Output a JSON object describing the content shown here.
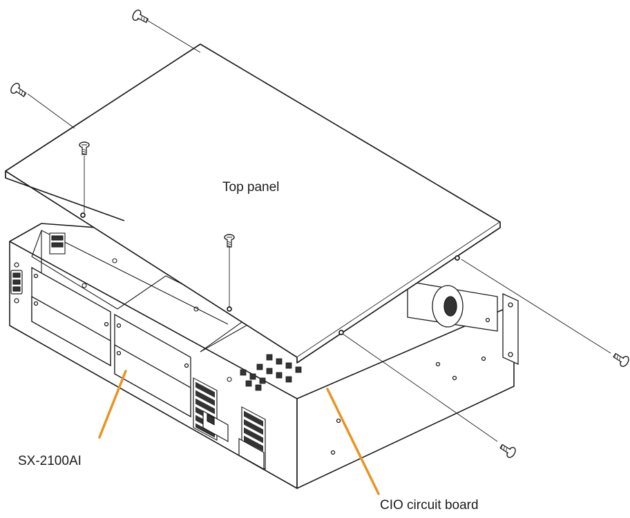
{
  "labels": {
    "top_panel": "Top panel",
    "model": "SX-2100AI",
    "board": "CIO circuit board"
  },
  "colors": {
    "line": "#1a1a1a",
    "leader": "#e8941f",
    "background": "#ffffff"
  },
  "icons": [
    "screw-icon"
  ]
}
